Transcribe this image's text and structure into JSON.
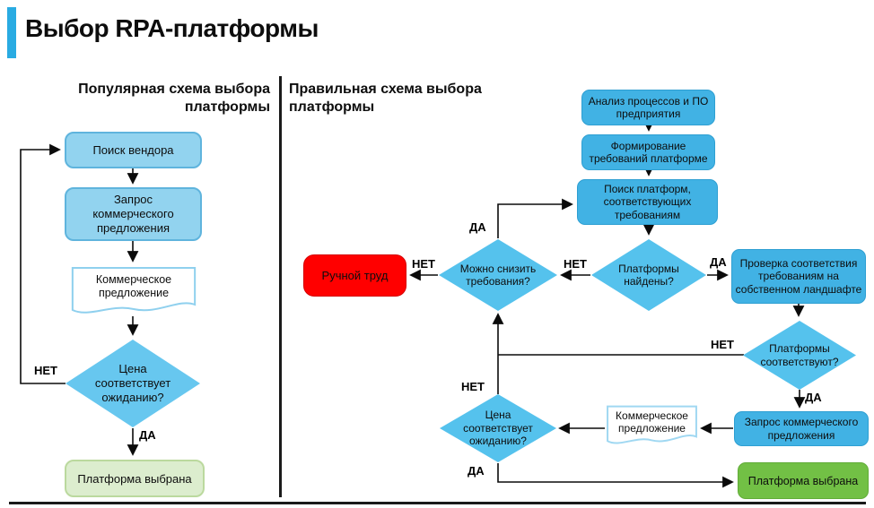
{
  "title": {
    "text": "Выбор RPA-платформы"
  },
  "left_chart": {
    "heading": {
      "line1": "Популярная схема выбора",
      "line2": "платформы"
    },
    "nodes": {
      "vendor_search": "Поиск вендора",
      "rfq": "Запрос коммерческого предложения",
      "proposal": "Коммерческое предложение",
      "price_decision": "Цена соответствует ожиданию?",
      "platform_chosen": "Платформа выбрана"
    },
    "edge_labels": {
      "no": "НЕТ",
      "yes": "ДА"
    }
  },
  "right_chart": {
    "heading": {
      "line1": "Правильная схема выбора",
      "line2": "платформы"
    },
    "nodes": {
      "analysis": "Анализ процессов и ПО предприятия",
      "requirements": "Формирование требований  платформе",
      "platform_search": "Поиск платформ, соответствующих требованиям",
      "platforms_found": "Платформы найдены?",
      "lower_requirements": "Можно снизить требования?",
      "manual_work": "Ручной труд",
      "landscape_check": "Проверка соответствия требованиям на собственном ландшафте",
      "platforms_match": "Платформы соответствуют?",
      "rfq": "Запрос коммерческого предложения",
      "proposal": "Коммерческое предложение",
      "price_decision": "Цена соответствует ожиданию?",
      "platform_chosen": "Платформа выбрана"
    },
    "edge_labels": {
      "found_yes": "ДА",
      "found_no": "НЕТ",
      "lower_yes": "ДА",
      "lower_no": "НЕТ",
      "match_yes": "ДА",
      "match_no": "НЕТ",
      "price_yes": "ДА",
      "price_no": "НЕТ"
    }
  },
  "colors": {
    "accent_bar": "#29ABE2",
    "light_blue_node": "#92D3EF",
    "medium_blue_node": "#41B2E4",
    "diamond_blue": "#55C2ED",
    "document_border": "#8FD0EE",
    "manual_work_red": "#FF0000",
    "chosen_green_light": "#DCEDCE",
    "chosen_green_bright": "#72C045"
  }
}
